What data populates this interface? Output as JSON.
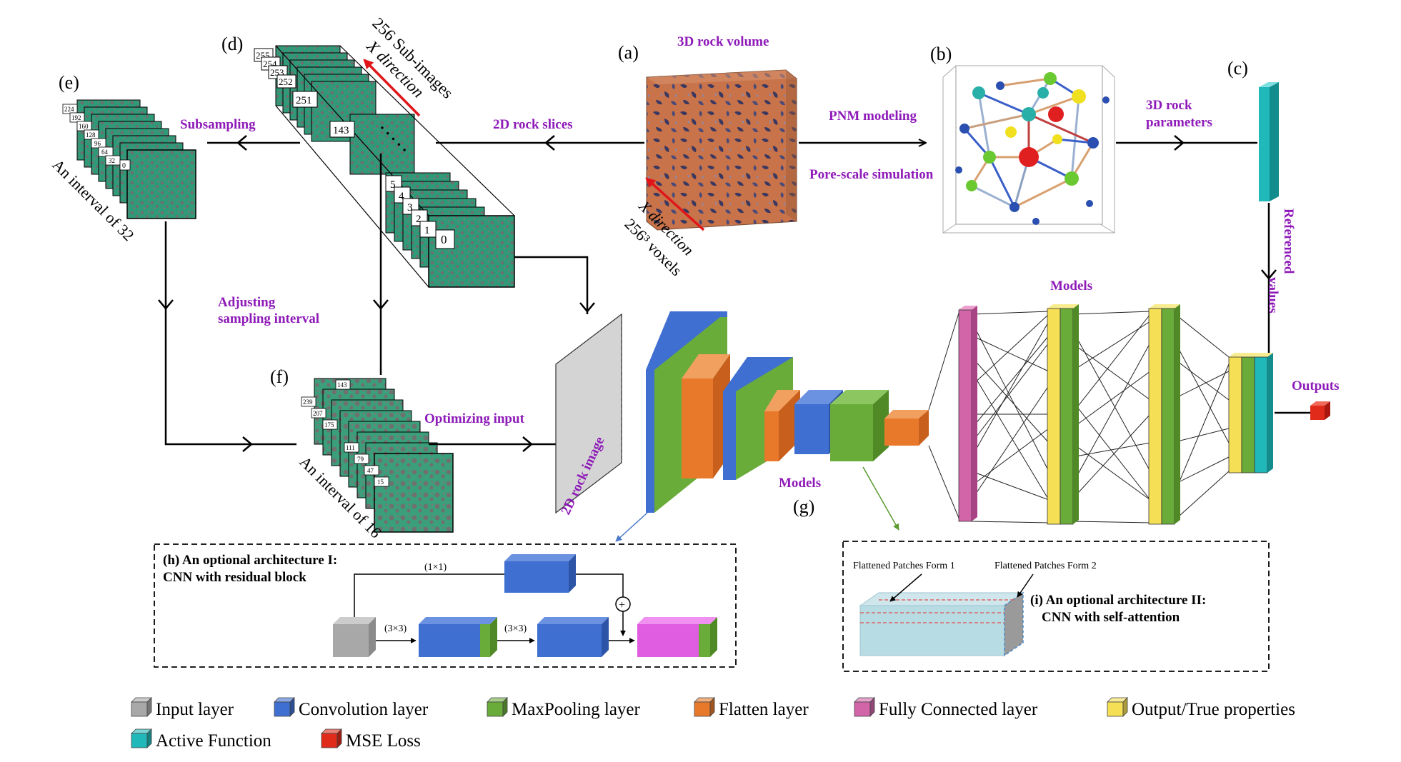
{
  "panel_labels": {
    "a": "(a)",
    "b": "(b)",
    "c": "(c)",
    "d": "(d)",
    "e": "(e)",
    "f": "(f)",
    "g": "(g)"
  },
  "labels": {
    "rock_volume": "3D rock volume",
    "sub_images_line1": "256 Sub-images",
    "sub_images_line2": "X direction",
    "x_direction": "X direction",
    "voxels": "256³ voxels",
    "slices_2d": "2D rock slices",
    "pnm_modeling": "PNM modeling",
    "pore_scale": "Pore-scale simulation",
    "rock_params_line1": "3D rock",
    "rock_params_line2": "parameters",
    "referenced_line1": "Referenced",
    "referenced_line2": "values",
    "subsampling": "Subsampling",
    "interval_32": "An interval of 32",
    "interval_16": "An interval of 16",
    "adjust_line1": "Adjusting",
    "adjust_line2": "sampling interval",
    "optimizing_input": "Optimizing input",
    "rock_image_2d": "2D rock image",
    "models_cnn": "Models",
    "models_fc": "Models",
    "outputs": "Outputs"
  },
  "stack_d_numbers": [
    "255",
    "254",
    "253",
    "252",
    "251",
    "143",
    "5",
    "4",
    "3",
    "2",
    "1",
    "0"
  ],
  "stack_d_dots": ". . . . .",
  "stack_e_numbers": [
    "224",
    "192",
    "160",
    "128",
    "96",
    "64",
    "32",
    "0"
  ],
  "stack_f_numbers": [
    "239",
    "207",
    "175",
    "143",
    "111",
    "79",
    "47",
    "15"
  ],
  "box_h": {
    "title_line1": "(h) An optional architecture I:",
    "title_line2": "CNN with residual block",
    "kernel_1x1": "(1×1)",
    "kernel_3x3_a": "(3×3)",
    "kernel_3x3_b": "(3×3)",
    "plus": "+"
  },
  "box_i": {
    "patches_form1": "Flattened Patches Form 1",
    "patches_form2": "Flattened Patches Form 2",
    "title_line1": "(i) An optional architecture II:",
    "title_line2": "CNN with self-attention"
  },
  "legend": [
    {
      "label": "Input layer",
      "color": "#a8a8a8"
    },
    {
      "label": "Convolution layer",
      "color": "#3f6fd0"
    },
    {
      "label": "MaxPooling layer",
      "color": "#6aac3a"
    },
    {
      "label": "Flatten layer",
      "color": "#e8792b"
    },
    {
      "label": "Fully Connected layer",
      "color": "#d264a8"
    },
    {
      "label": "Output/True properties",
      "color": "#f5df55"
    },
    {
      "label": "Active Function",
      "color": "#20b8b8"
    },
    {
      "label": "MSE Loss",
      "color": "#e02a1a"
    }
  ],
  "colors": {
    "accent_text": "#8e1ab8",
    "rock_grain": "#c8734a",
    "rock_pore": "#3a3860",
    "slice_green": "#2f9a78",
    "slice_pore": "#6e6e6e",
    "arrow_red": "#e0161a"
  }
}
